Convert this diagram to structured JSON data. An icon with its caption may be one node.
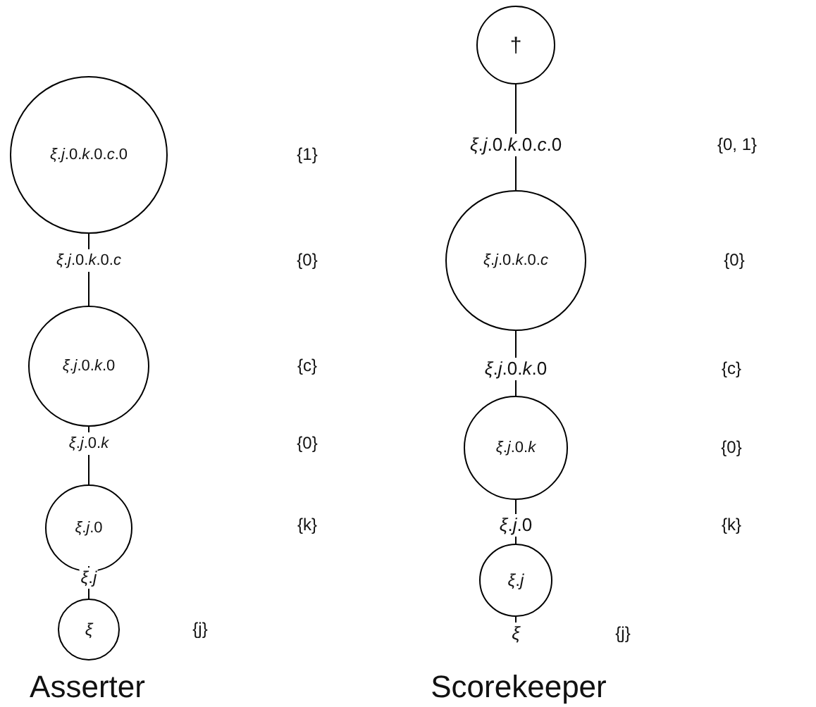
{
  "diagram": {
    "nodes": [
      {
        "text": [
          "*ξ*.*j*.0.*k*.0.*c*.0"
        ]
      },
      {
        "text": [
          "*ξ*.*j*.0.*k*.0.*c*"
        ]
      },
      {
        "text": [
          "*ξ*.*j*.0.*k*.0"
        ]
      },
      {
        "text": [
          "*ξ*.*j*.0.*k*"
        ]
      },
      {
        "text": [
          "*ξ*.*j*.0"
        ]
      },
      {
        "text": [
          "*ξ*.*j*"
        ]
      },
      {
        "text": [
          "*ξ*"
        ]
      },
      {
        "text": [
          "†"
        ]
      },
      {
        "text": [
          "*ξ*.*j*.0.*k*.0.*c*.0"
        ]
      },
      {
        "text": [
          "*ξ*.*j*.0.*k*.0.*c*"
        ]
      },
      {
        "text": [
          "*ξ*.*j*.0.*k*.0"
        ]
      },
      {
        "text": [
          "*ξ*.*j*.0.*k*"
        ]
      },
      {
        "text": [
          "*ξ*.*j*.0"
        ]
      },
      {
        "text": [
          "*ξ*.*j*"
        ]
      },
      {
        "text": [
          "*ξ*"
        ]
      }
    ],
    "edges": [
      {
        "from": 0,
        "to": 1,
        "arrow": "none"
      },
      {
        "from": 1,
        "to": 2,
        "arrow": "none"
      },
      {
        "from": 2,
        "to": 3,
        "arrow": "none"
      },
      {
        "from": 3,
        "to": 4,
        "arrow": "none"
      },
      {
        "from": 4,
        "to": 5,
        "arrow": "none"
      },
      {
        "from": 5,
        "to": 6,
        "arrow": "none"
      },
      {
        "from": 7,
        "to": 8,
        "arrow": "none"
      },
      {
        "from": 8,
        "to": 9,
        "arrow": "none"
      },
      {
        "from": 9,
        "to": 10,
        "arrow": "none"
      },
      {
        "from": 10,
        "to": 11,
        "arrow": "none"
      },
      {
        "from": 11,
        "to": 12,
        "arrow": "none"
      },
      {
        "from": 12,
        "to": 13,
        "arrow": "none"
      },
      {
        "from": 13,
        "to": 14,
        "arrow": "none"
      }
    ],
    "labels": [
      "{1}",
      "{0}",
      "{c}",
      "{0}",
      "{k}",
      "{j}",
      "Asserter",
      "{0, 1}",
      "{0}",
      "{c}",
      "{0}",
      "{k}",
      "{j}",
      "Scorekeeper"
    ]
  }
}
